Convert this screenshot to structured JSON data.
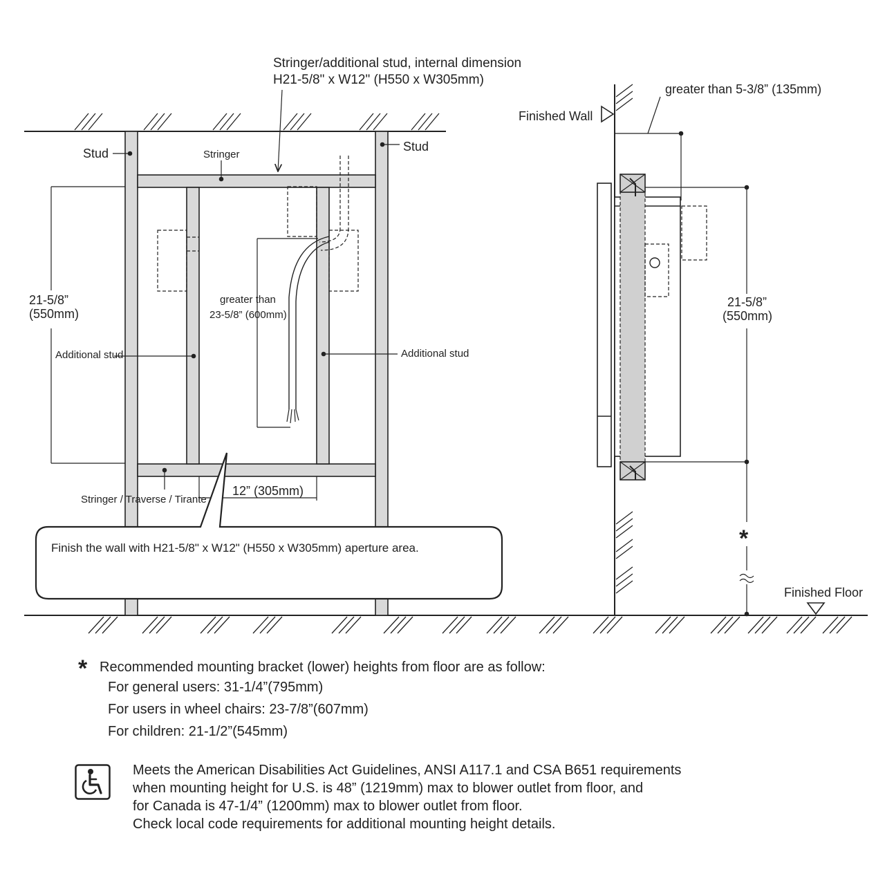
{
  "front_view": {
    "stringer_top_callout": [
      "Stringer/additional stud, internal dimension",
      "H21-5/8\" x W12\" (H550 x W305mm)"
    ],
    "stud_left": "Stud",
    "stud_right": "Stud",
    "stringer_label": "Stringer",
    "height_dim": [
      "21-5/8”",
      "(550mm)"
    ],
    "pipe_dim": [
      "greater than",
      "23-5/8”  (600mm)"
    ],
    "additional_stud_left": "Additional stud",
    "additional_stud_right": "Additional stud",
    "bottom_stringer_label": "Stringer / Traverse / Tirante",
    "width_dim": "12”  (305mm)",
    "callout_text": "Finish the wall with H21-5/8\" x W12\" (H550 x W305mm) aperture area."
  },
  "side_view": {
    "depth_dim": "greater than 5-3/8” (135mm)",
    "finished_wall": "Finished Wall",
    "height_dim": [
      "21-5/8”",
      "(550mm)"
    ],
    "asterisk": "*",
    "finished_floor": "Finished Floor"
  },
  "notes": {
    "star": "*",
    "heading": "Recommended mounting bracket (lower) heights from floor are as follow:",
    "items": [
      "For general users:   31-1/4”(795mm)",
      "For users in wheel chairs:   23-7/8”(607mm)",
      "For children:   21-1/2”(545mm)"
    ]
  },
  "ada": {
    "icon": "wheelchair-accessibility-icon",
    "lines": [
      "Meets the American Disabilities Act Guidelines, ANSI A117.1 and CSA B651 requirements",
      "when mounting height for U.S. is 48” (1219mm) max to blower outlet from floor, and",
      "for Canada is 47-1/4” (1200mm) max to blower outlet from floor.",
      "Check local code requirements for additional mounting height details."
    ]
  }
}
